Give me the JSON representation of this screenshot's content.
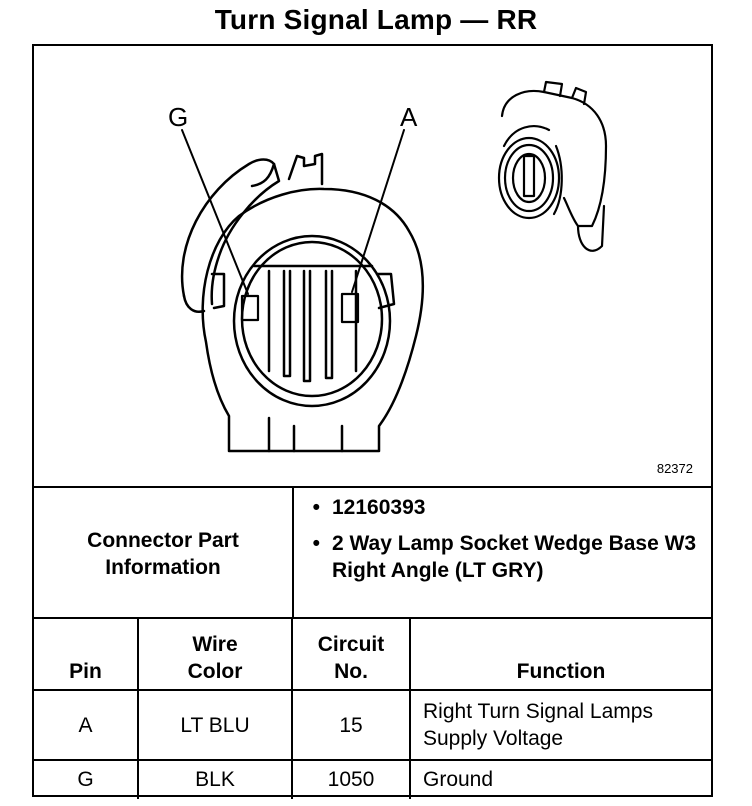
{
  "title": "Turn Signal Lamp — RR",
  "diagram": {
    "pin_labels": [
      "G",
      "A"
    ],
    "figure_id": "82372"
  },
  "connector": {
    "label": "Connector Part Information",
    "items": [
      "12160393",
      "2 Way Lamp Socket Wedge Base W3 Right Angle (LT GRY)"
    ]
  },
  "table": {
    "headers": [
      "Pin",
      "Wire Color",
      "Circuit No.",
      "Function"
    ],
    "rows": [
      {
        "pin": "A",
        "color": "LT BLU",
        "circuit": "15",
        "function": "Right Turn Signal Lamps Supply Voltage"
      },
      {
        "pin": "G",
        "color": "BLK",
        "circuit": "1050",
        "function": "Ground"
      }
    ]
  }
}
